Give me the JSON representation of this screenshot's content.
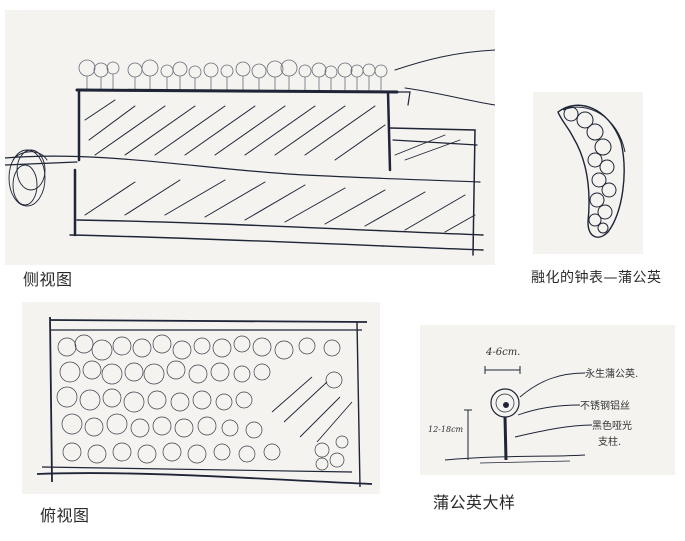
{
  "figures": [
    {
      "id": "side-view",
      "caption": "侧视图",
      "description": "Side view sketch: hatched raised planter block with dandelion clusters on top, ground layer below and a small shrub at left"
    },
    {
      "id": "melting-clock",
      "caption": "融化的钟表—蒲公英",
      "description": "Curved, drooping form filled with dandelion balls, inspired by a melting clock"
    },
    {
      "id": "top-view",
      "caption": "俯视图",
      "description": "Plan view sketch: rectangular bed densely filled with circles representing dandelions, with a hatched diagonal strip"
    },
    {
      "id": "dandelion-detail",
      "caption": "蒲公英大样",
      "description": "Detail sketch of a single dandelion element with dimensions and material notes",
      "annotations": {
        "width_dimension": "4-6cm.",
        "height_dimension": "12-18cm",
        "note_1": "永生蒲公英.",
        "note_2": "不锈钢铝丝",
        "note_3_line1": "黑色哑光",
        "note_3_line2": "支柱."
      }
    }
  ],
  "colors": {
    "paper": "#f4f3f0",
    "ink": "#1f2436",
    "caption": "#2a2a2a"
  }
}
